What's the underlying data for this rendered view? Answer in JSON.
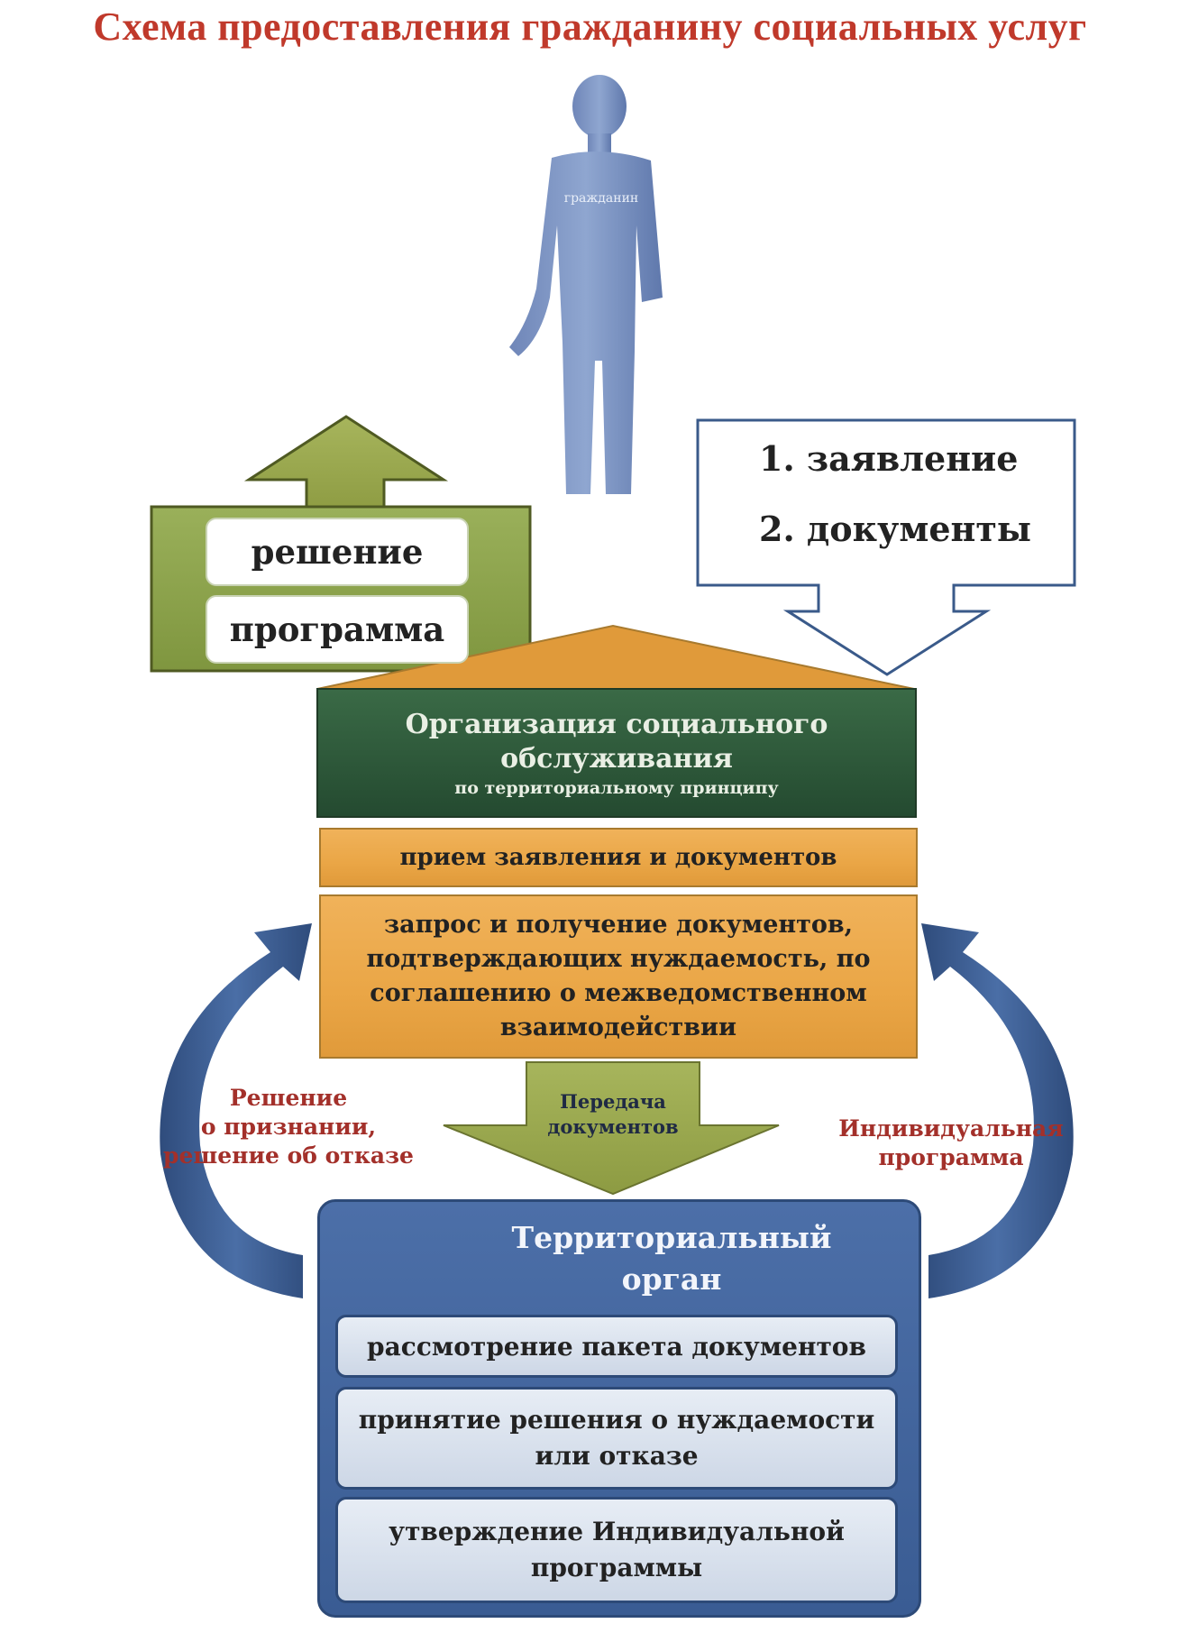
{
  "title": "Схема предоставления гражданину социальных услуг",
  "citizen_label": "гражданин",
  "output_box": {
    "decision": "решение",
    "program": "программа"
  },
  "documents_box": {
    "item1": "1. заявление",
    "item2": "2. документы"
  },
  "organization": {
    "title_line1": "Организация социального",
    "title_line2": "обслуживания",
    "subtitle": "по территориальному принципу",
    "step1": "прием заявления и документов",
    "step2_lines": [
      "запрос и получение  документов,",
      "подтверждающих нуждаемость, по",
      "соглашению о межведомственном",
      "взаимодействии"
    ]
  },
  "transfer_label_lines": [
    "Передача",
    "документов"
  ],
  "left_label_lines": [
    "Решение",
    "о признании,",
    "решение об отказе"
  ],
  "right_label_lines": [
    "Индивидуальная",
    "программа"
  ],
  "territorial": {
    "title_line1": "Территориальный",
    "title_line2": "орган",
    "step1": "рассмотрение пакета документов",
    "step2_lines": [
      "принятие решения о нуждаемости",
      "или отказе"
    ],
    "step3_lines": [
      "утверждение Индивидуальной",
      "программы"
    ]
  },
  "colors": {
    "title": "#c0392b",
    "green_box": "#8aa04a",
    "dark_green": "#2f5a3a",
    "orange": "#eaa646",
    "blue": "#3a5c93",
    "arrow_blue": "#3a5a8a",
    "label_red": "#a3302a"
  }
}
